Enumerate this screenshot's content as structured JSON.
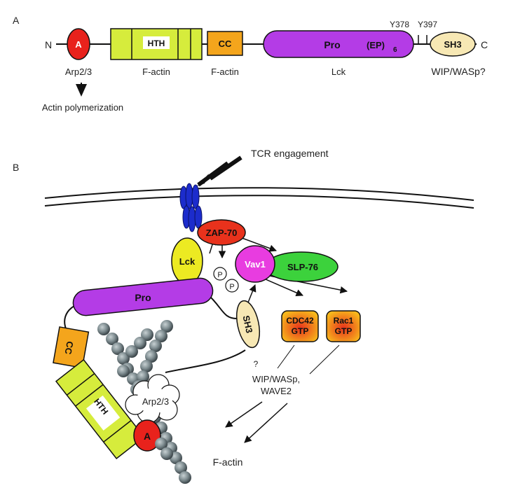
{
  "panel_a": {
    "label": "A",
    "n_terminus": "N",
    "c_terminus": "C",
    "domain_a": "A",
    "domain_hth": "HTH",
    "domain_cc": "CC",
    "domain_pro": "Pro",
    "domain_ep": "(EP)",
    "domain_ep_sub": "6",
    "domain_sh3": "SH3",
    "site_y378": "Y378",
    "site_y397": "Y397",
    "ligand_a": "Arp2/3",
    "ligand_hth": "F-actin",
    "ligand_cc": "F-actin",
    "ligand_pro": "Lck",
    "ligand_sh3": "WIP/WASp?",
    "outcome": "Actin polymerization"
  },
  "panel_b": {
    "label": "B",
    "tcr_engagement": "TCR engagement",
    "zap70": "ZAP-70",
    "lck": "Lck",
    "vav1": "Vav1",
    "slp76": "SLP-76",
    "phospho_1": "P",
    "phospho_2": "P",
    "pro": "Pro",
    "sh3": "SH3",
    "sh3_unknown": "?",
    "cdc42_line1": "CDC42",
    "cdc42_line2": "GTP",
    "rac1_line1": "Rac1",
    "rac1_line2": "GTP",
    "wip_line1": "WIP/WASp,",
    "wip_line2": "WAVE2",
    "cc": "CC",
    "hth": "HTH",
    "arp23": "Arp2/3",
    "a": "A",
    "factin": "F-actin"
  },
  "colors": {
    "a_domain": "#e8221c",
    "hth_domain": "#d6ec3c",
    "cc_domain": "#f4a51c",
    "pro_domain": "#b43ce6",
    "sh3_domain": "#f7e8b4",
    "lck": "#ecea22",
    "zap70": "#e8321c",
    "vav1": "#e83ce0",
    "slp76": "#3cd23c",
    "gtpase_fill": "#f4a51c",
    "gtpase_fill_center": "#e8321c",
    "actin_bead": "#7e8c90",
    "tcr_blue": "#1c2ccc"
  }
}
